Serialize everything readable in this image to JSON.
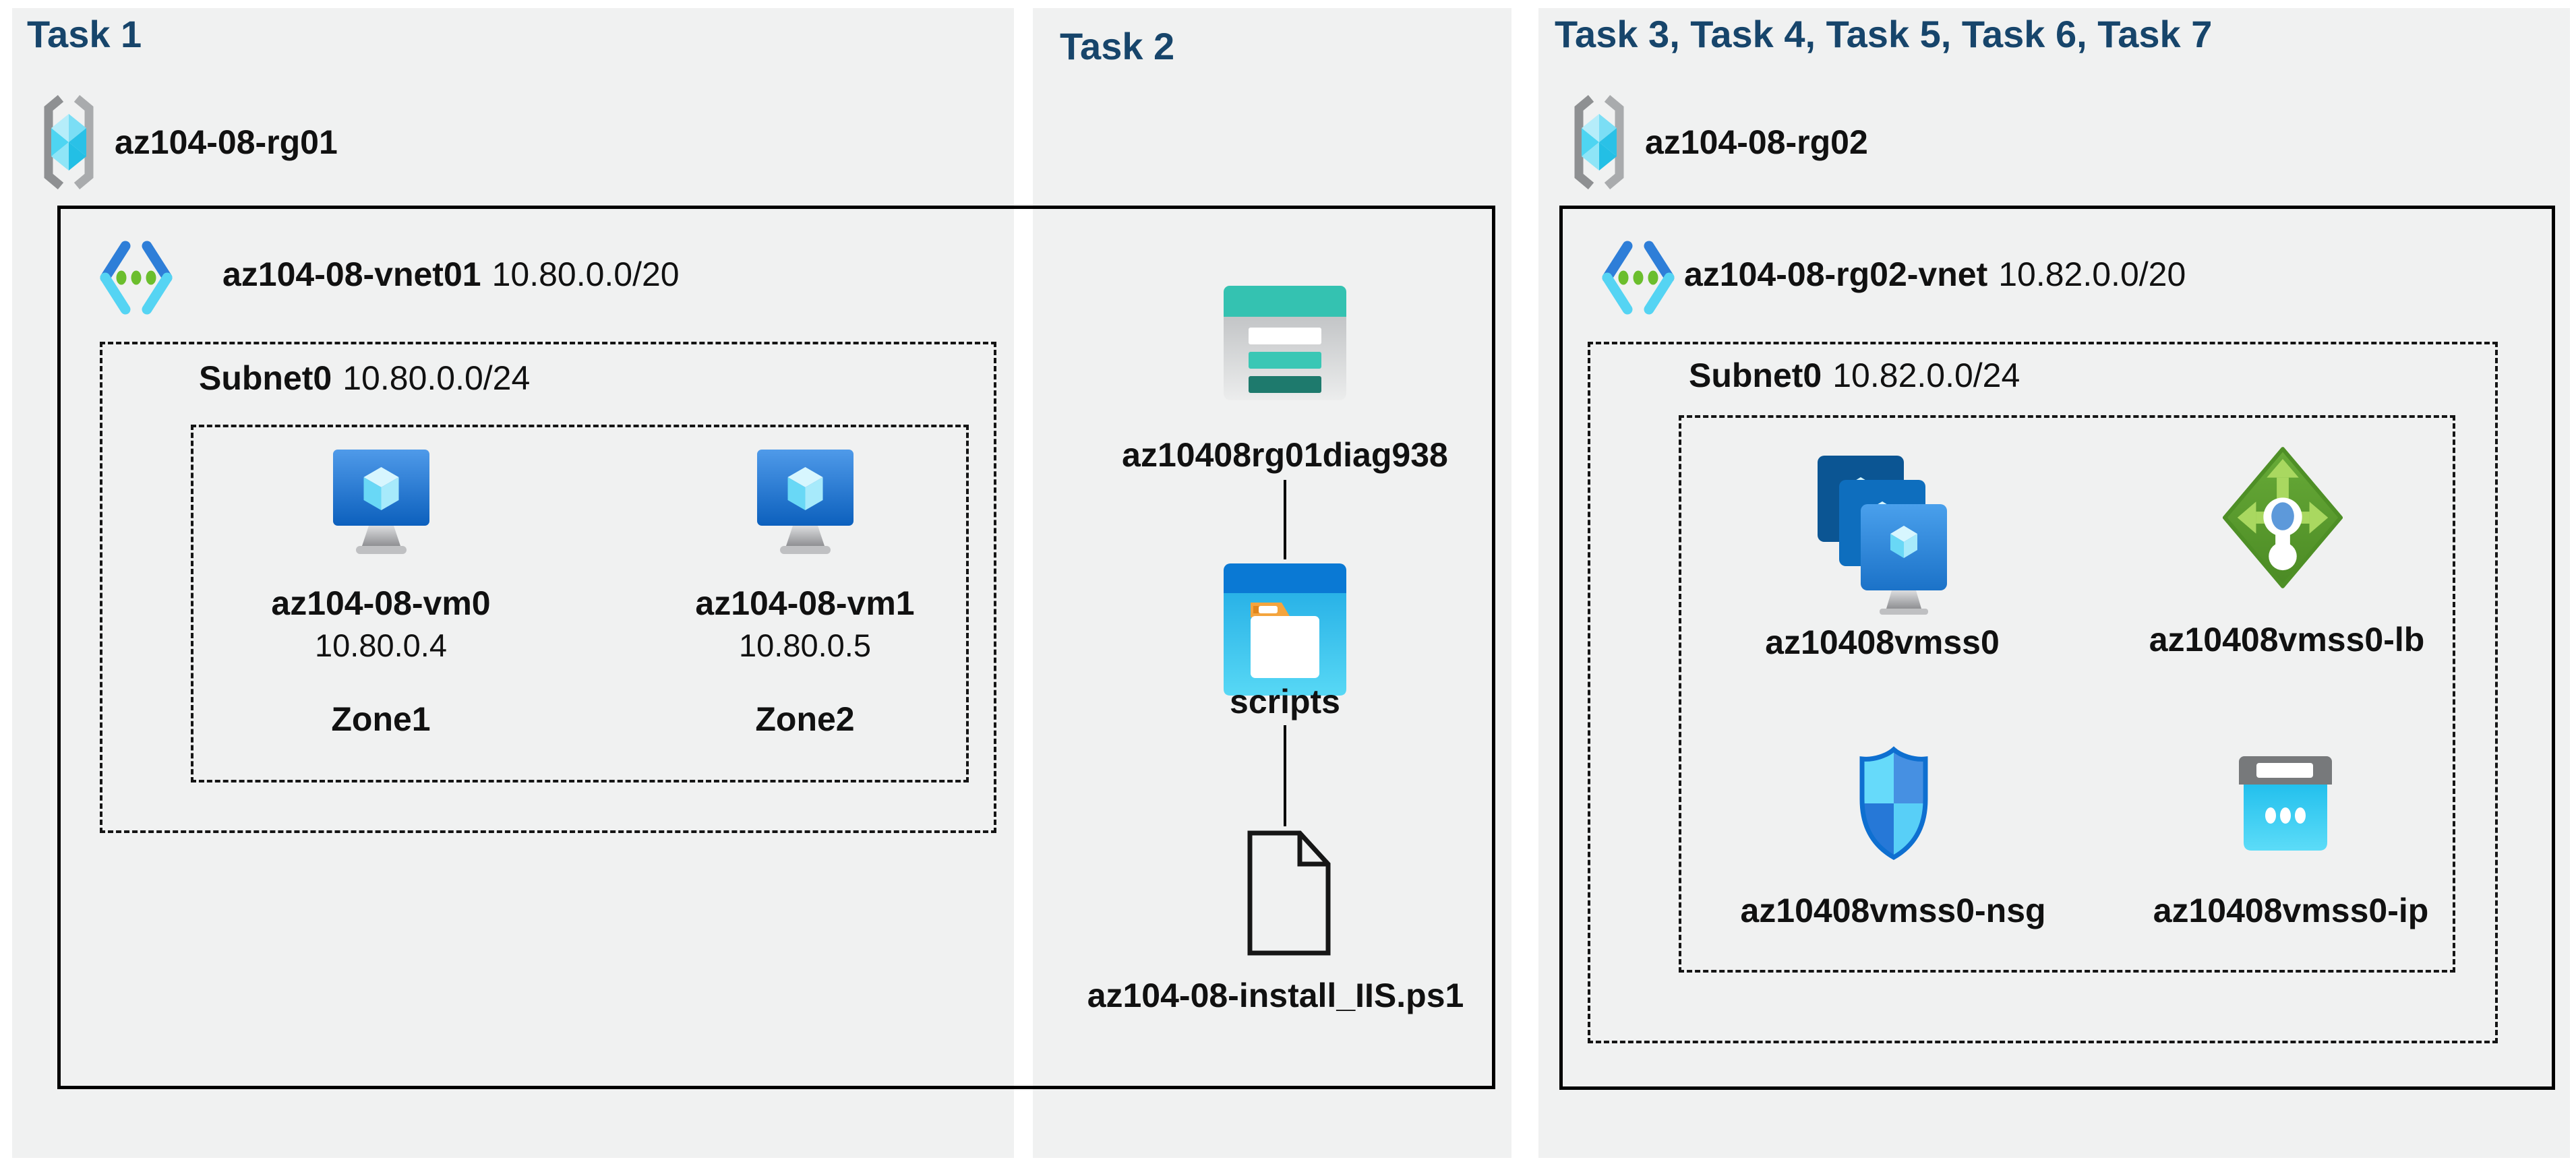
{
  "colors": {
    "header": "#17456b",
    "panel": "#f0f1f1",
    "page": "#ffffff",
    "ink": "#111111",
    "azure_blue": "#0a79d4",
    "cyan": "#55d4f3",
    "teal": "#34c2b1",
    "green": "#5b9e2f"
  },
  "task1": {
    "header": "Task 1",
    "rg_name": "az104-08-rg01",
    "vnet_name": "az104-08-vnet01",
    "vnet_cidr": "10.80.0.0/20",
    "subnet_name": "Subnet0",
    "subnet_cidr": "10.80.0.0/24",
    "vm0": {
      "name": "az104-08-vm0",
      "ip": "10.80.0.4",
      "zone": "Zone1"
    },
    "vm1": {
      "name": "az104-08-vm1",
      "ip": "10.80.0.5",
      "zone": "Zone2"
    }
  },
  "task2": {
    "header": "Task 2",
    "storage_name": "az10408rg01diag938",
    "folder_name": "scripts",
    "file_name": "az104-08-install_IIS.ps1"
  },
  "task3": {
    "header": "Task 3, Task 4, Task 5, Task 6, Task 7",
    "rg_name": "az104-08-rg02",
    "vnet_name": "az104-08-rg02-vnet",
    "vnet_cidr": "10.82.0.0/20",
    "subnet_name": "Subnet0",
    "subnet_cidr": "10.82.0.0/24",
    "vmss_name": "az10408vmss0",
    "lb_name": "az10408vmss0-lb",
    "nsg_name": "az10408vmss0-nsg",
    "ip_name": "az10408vmss0-ip"
  }
}
